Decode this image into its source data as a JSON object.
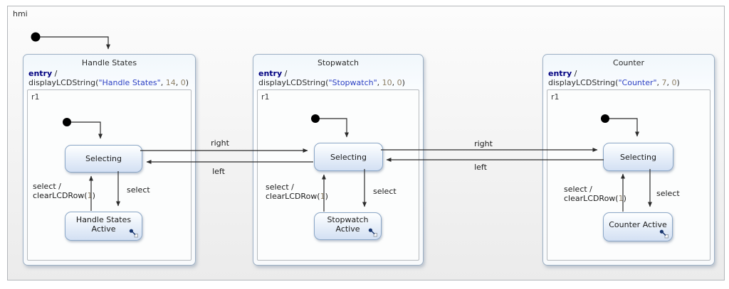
{
  "diagram_title": "hmi",
  "colors": {
    "keyword": "#000080",
    "string_literal": "#2d41c4",
    "number_literal": "#8f8168",
    "transition_line": "#333333",
    "state_fill_bottom": "#d3e0f3",
    "state_border": "#8ba7c7"
  },
  "icons": {
    "initial_state": "filled-black-circle",
    "active_state_badge": "composite-substate-icon"
  },
  "composite_states": [
    {
      "title": "Handle States",
      "entry": {
        "keyword": "entry",
        "op": " /",
        "fn": "displayLCDString(",
        "arg_string": "\"Handle States\"",
        "sep1": ", ",
        "arg_num1": "14",
        "sep2": ", ",
        "arg_num2": "0",
        "close": ")"
      },
      "region_label": "r1",
      "selecting_label": "Selecting",
      "active_label": "Handle States Active",
      "t_down": "select",
      "t_up_line1": "select /",
      "t_up_fn": "clearLCDRow(",
      "t_up_arg": "1",
      "t_up_close": ")"
    },
    {
      "title": "Stopwatch",
      "entry": {
        "keyword": "entry",
        "op": " /",
        "fn": "displayLCDString(",
        "arg_string": "\"Stopwatch\"",
        "sep1": ", ",
        "arg_num1": "10",
        "sep2": ", ",
        "arg_num2": "0",
        "close": ")"
      },
      "region_label": "r1",
      "selecting_label": "Selecting",
      "active_label": "Stopwatch Active",
      "t_down": "select",
      "t_up_line1": "select /",
      "t_up_fn": "clearLCDRow(",
      "t_up_arg": "1",
      "t_up_close": ")"
    },
    {
      "title": "Counter",
      "entry": {
        "keyword": "entry",
        "op": " /",
        "fn": "displayLCDString(",
        "arg_string": "\"Counter\"",
        "sep1": ", ",
        "arg_num1": "7",
        "sep2": ", ",
        "arg_num2": "0",
        "close": ")"
      },
      "region_label": "r1",
      "selecting_label": "Selecting",
      "active_label": "Counter Active",
      "t_down": "select",
      "t_up_line1": "select /",
      "t_up_fn": "clearLCDRow(",
      "t_up_arg": "1",
      "t_up_close": ")"
    }
  ],
  "inter_transitions": {
    "right1": "right",
    "left1": "left",
    "right2": "right",
    "left2": "left"
  }
}
